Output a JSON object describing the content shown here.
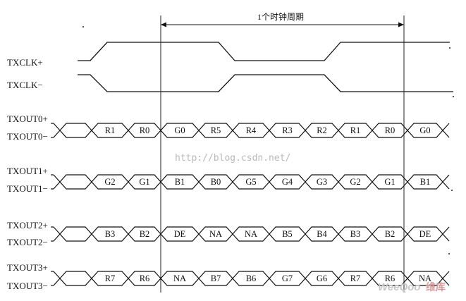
{
  "period_label": "1个时钟周期",
  "clock_signals": [
    "TXCLK+",
    "TXCLK−"
  ],
  "data_lanes": [
    {
      "plus_label": "TXOUT0+",
      "minus_label": "TXOUT0−",
      "cells": [
        "",
        "R1",
        "R0",
        "G0",
        "R5",
        "R4",
        "R3",
        "R2",
        "R1",
        "R0",
        "G0"
      ]
    },
    {
      "plus_label": "TXOUT1+",
      "minus_label": "TXOUT1−",
      "cells": [
        "",
        "G2",
        "G1",
        "B1",
        "B0",
        "G5",
        "G4",
        "G3",
        "G2",
        "G1",
        "B1"
      ]
    },
    {
      "plus_label": "TXOUT2+",
      "minus_label": "TXOUT2−",
      "cells": [
        "",
        "B3",
        "B2",
        "DE",
        "NA",
        "NA",
        "B5",
        "B4",
        "B3",
        "B2",
        "DE"
      ]
    },
    {
      "plus_label": "TXOUT3+",
      "minus_label": "TXOUT3−",
      "cells": [
        "",
        "R7",
        "R6",
        "NA",
        "B7",
        "B6",
        "G7",
        "G6",
        "R7",
        "R6",
        "NA"
      ]
    }
  ],
  "watermark_url": "http://blog.csdn.net/",
  "watermark_brand": "WeeQoo",
  "watermark_brand_cn": "维库"
}
